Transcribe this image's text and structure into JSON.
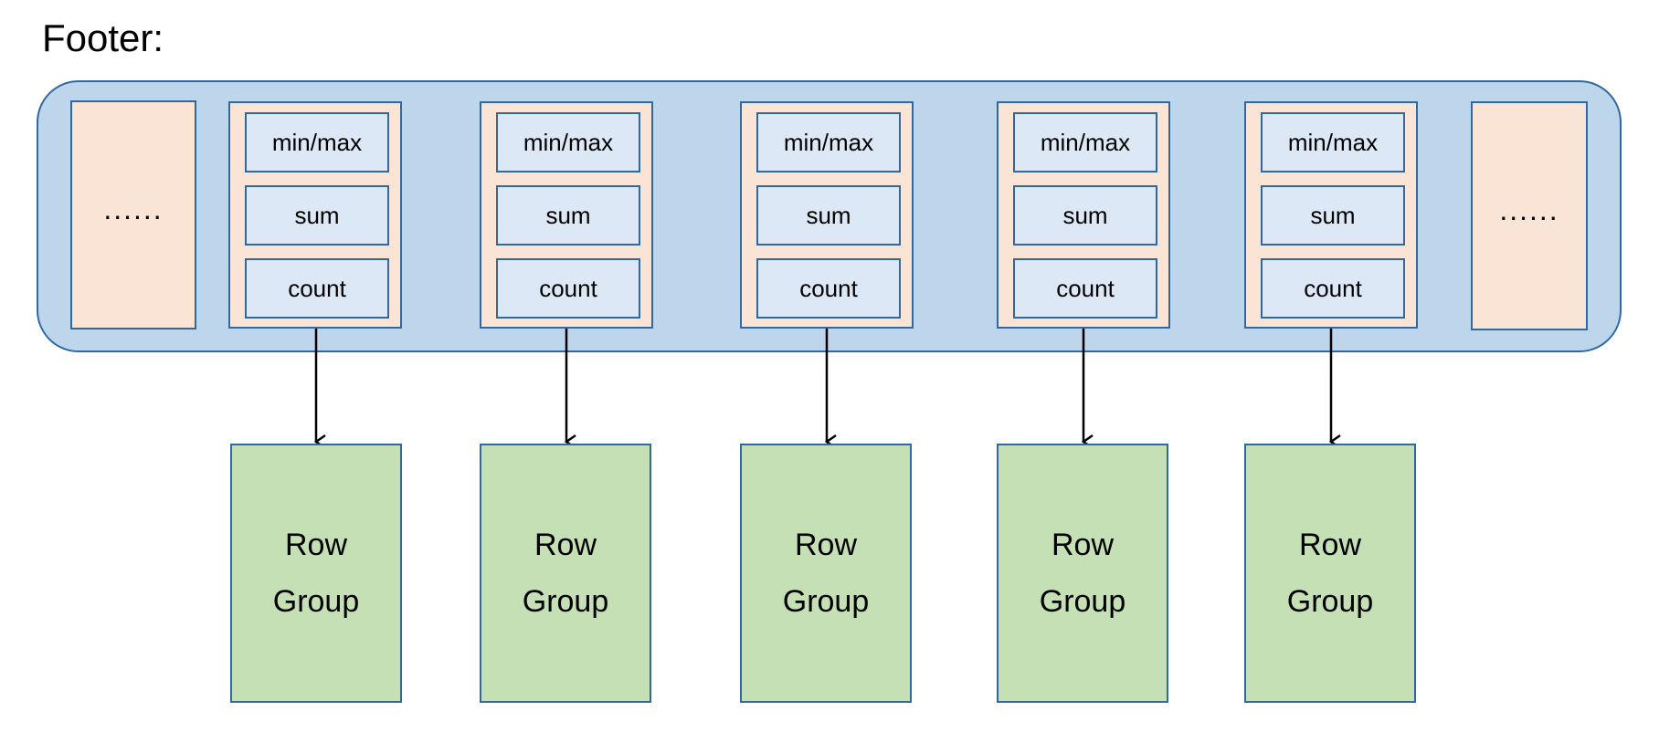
{
  "title": "Footer:",
  "colors": {
    "band_fill": "#bed6ec",
    "border": "#2f68a3",
    "column_fill": "#fae4d6",
    "cell_fill": "#dce8f5",
    "row_group_fill": "#c5e0b4",
    "arrow": "#000000"
  },
  "ellipsis": [
    "......",
    "......"
  ],
  "columns": [
    {
      "cells": [
        "min/max",
        "sum",
        "count"
      ]
    },
    {
      "cells": [
        "min/max",
        "sum",
        "count"
      ]
    },
    {
      "cells": [
        "min/max",
        "sum",
        "count"
      ]
    },
    {
      "cells": [
        "min/max",
        "sum",
        "count"
      ]
    },
    {
      "cells": [
        "min/max",
        "sum",
        "count"
      ]
    }
  ],
  "row_groups": [
    {
      "line1": "Row",
      "line2": "Group"
    },
    {
      "line1": "Row",
      "line2": "Group"
    },
    {
      "line1": "Row",
      "line2": "Group"
    },
    {
      "line1": "Row",
      "line2": "Group"
    },
    {
      "line1": "Row",
      "line2": "Group"
    }
  ]
}
